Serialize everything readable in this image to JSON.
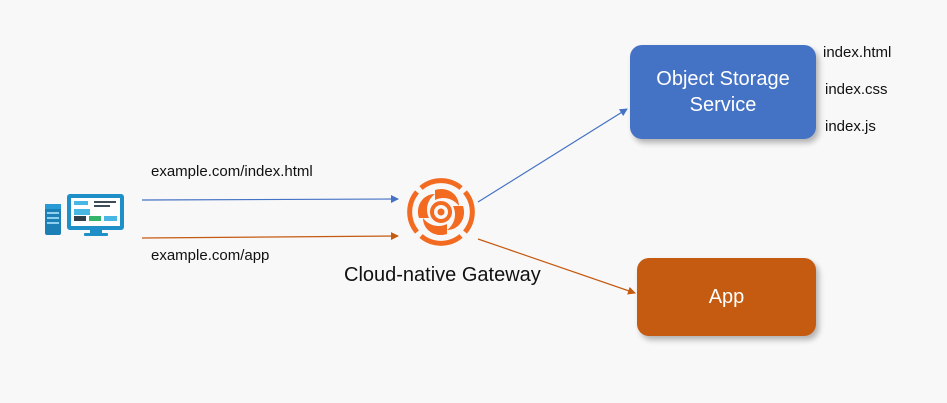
{
  "colors": {
    "background": "#f8f8f8",
    "storage_box": "#4472c4",
    "app_box": "#c55a11",
    "arrow_blue": "#4472c4",
    "arrow_orange": "#c55a11",
    "gateway_icon": "#f26b21",
    "client_screen": "#1f8fc8"
  },
  "icons": {
    "client": "desktop-computer-icon",
    "gateway": "cloud-native-gateway-icon"
  },
  "routes": {
    "static": "example.com/index.html",
    "app": "example.com/app"
  },
  "gateway": {
    "label": "Cloud-native Gateway"
  },
  "storage": {
    "line1": "Object Storage",
    "line2": "Service",
    "files": [
      "index.html",
      "index.css",
      "index.js"
    ]
  },
  "app": {
    "label": "App"
  }
}
